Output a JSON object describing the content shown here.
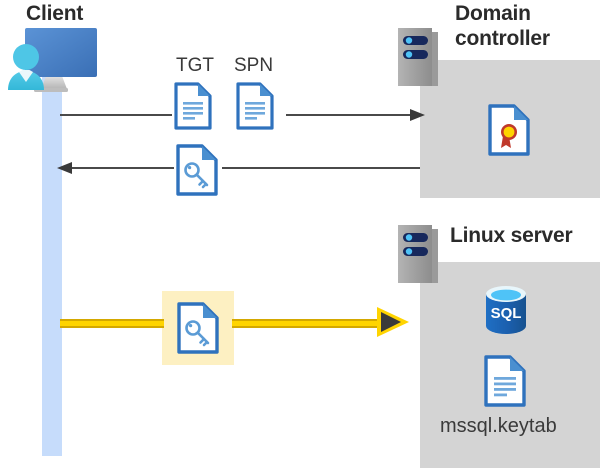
{
  "diagram": {
    "title": "Kerberos authentication flow between client, domain controller and Linux server",
    "background_color": "#ffffff",
    "panel_color": "#d4d4d4",
    "lifeline_color": "#c6dcfb",
    "highlight_color": "#fdf0c2",
    "gold_color": "#ffd400",
    "arrow_color": "#4a4a4a"
  },
  "actors": {
    "client": {
      "title": "Client",
      "icon": "client-computer-icon"
    },
    "domain_controller": {
      "title": "Domain controller",
      "icon": "server-rack-icon",
      "contents": [
        {
          "label": "",
          "icon": "certificate-document-icon"
        }
      ]
    },
    "linux_server": {
      "title": "Linux server",
      "icon": "server-rack-icon",
      "contents": [
        {
          "label": "",
          "icon": "sql-database-icon",
          "text": "SQL"
        },
        {
          "label": "mssql.keytab",
          "icon": "keytab-document-icon"
        }
      ]
    }
  },
  "messages": [
    {
      "id": "request",
      "direction": "right",
      "style": "thin",
      "labels": [
        "TGT",
        "SPN"
      ],
      "icons": [
        "tgt-document-icon",
        "spn-document-icon"
      ]
    },
    {
      "id": "response",
      "direction": "left",
      "style": "thin",
      "labels": [],
      "icons": [
        "key-document-icon"
      ]
    },
    {
      "id": "service-ticket",
      "direction": "right",
      "style": "gold-thick",
      "highlighted": true,
      "labels": [],
      "icons": [
        "key-document-icon"
      ]
    }
  ],
  "labels": {
    "tgt": "TGT",
    "spn": "SPN",
    "sql": "SQL",
    "keytab": "mssql.keytab"
  }
}
